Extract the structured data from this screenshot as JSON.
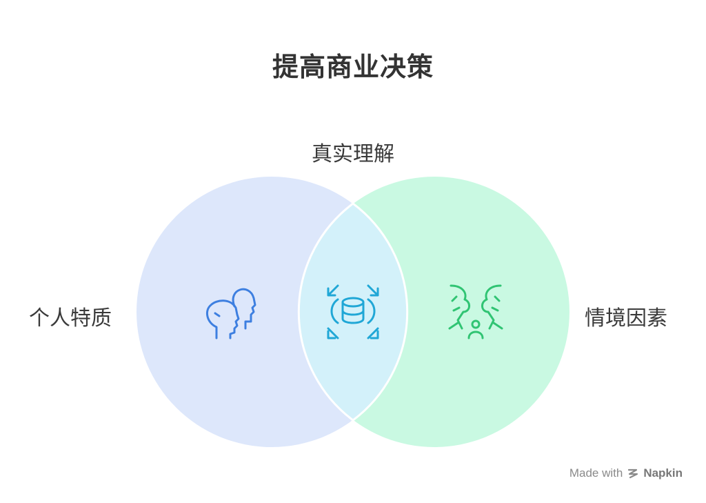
{
  "title": "提高商业决策",
  "sets": {
    "top": "真实理解",
    "left": "个人特质",
    "right": "情境因素"
  },
  "icons": {
    "left": "heads-icon",
    "center": "database-expand-icon",
    "right": "trees-person-icon"
  },
  "colors": {
    "left_fill": "#dde7fb",
    "right_fill": "#c9f9e2",
    "overlap_fill": "#d3f1fa",
    "left_icon": "#3d7fe0",
    "center_icon": "#20a7d6",
    "right_icon": "#30c473"
  },
  "footer": {
    "prefix": "Made with",
    "brand": "Napkin"
  }
}
